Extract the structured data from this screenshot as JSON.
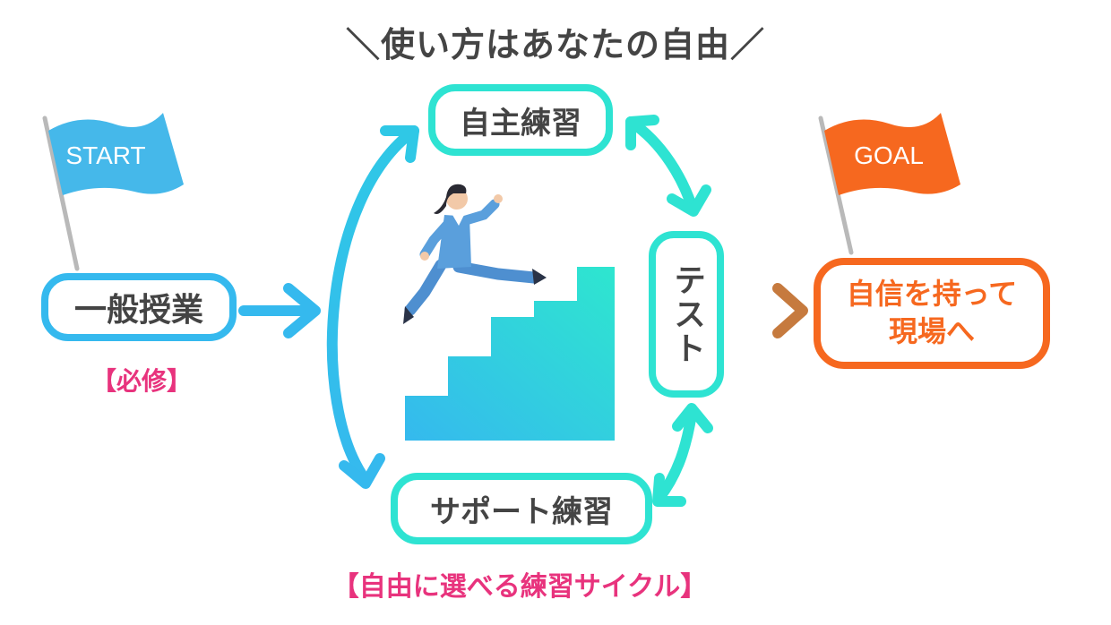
{
  "heading": "＼使い方はあなたの自由／",
  "start_flag": {
    "label": "START",
    "color": "#45b8ea",
    "icon": "flag-icon"
  },
  "goal_flag": {
    "label": "GOAL",
    "color": "#f6681f",
    "icon": "flag-icon"
  },
  "nodes": {
    "general_class": {
      "label": "一般授業",
      "note": "【必修】"
    },
    "self_practice": {
      "label": "自主練習"
    },
    "support_practice": {
      "label": "サポート練習"
    },
    "test": {
      "label": "テスト"
    },
    "goal": {
      "line1": "自信を持って",
      "line2": "現場へ"
    }
  },
  "cycle_caption": "【自由に選べる練習サイクル】",
  "illustration": {
    "icon": "businesswoman-running-up-stairs-icon"
  },
  "colors": {
    "blue": "#35b9ee",
    "teal": "#2ee3d2",
    "orange": "#f6681f",
    "pink": "#e8337d",
    "text": "#444444"
  }
}
